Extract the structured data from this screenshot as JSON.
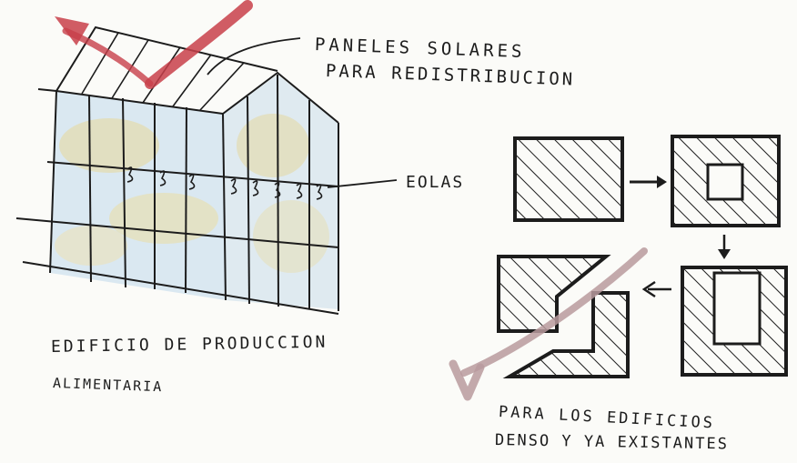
{
  "labels": {
    "solar_line1": "PANELES SOLARES",
    "solar_line2": "PARA REDISTRIBUCION",
    "wind": "EOLAS",
    "building_line1": "EDIFICIO DE PRODUCCION",
    "building_line2": "ALIMENTARIA",
    "densify_line1": "PARA LOS EDIFICIOS",
    "densify_line2": "DENSO Y YA EXISTANTES"
  },
  "colors": {
    "ink": "#1c1c1c",
    "paper": "#fbfbf8",
    "glass_blue": "#cfe2ef",
    "foliage_yellow": "#e3dcb0",
    "arrow_red": "#c8404a",
    "arrow_mauve": "#b89a9e"
  },
  "icons": {
    "wind_turbines": "wind-turbine-icon",
    "flow_arrows": "arrow-icon"
  }
}
